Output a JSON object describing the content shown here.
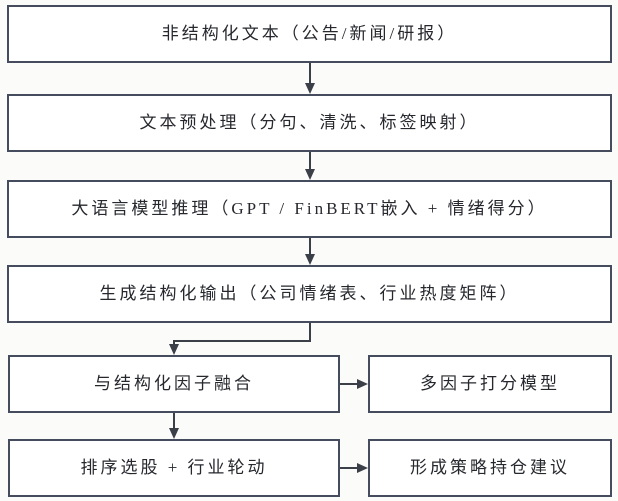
{
  "diagram": {
    "type": "flowchart",
    "colors": {
      "box_border": "#454c5e",
      "arrow": "#3b3f48",
      "text": "#26282e",
      "background": "#fbfbfa",
      "box_fill": "#ffffff"
    },
    "nodes": [
      {
        "id": "unstructured-text",
        "label": "非结构化文本（公告/新闻/研报）"
      },
      {
        "id": "text-preprocess",
        "label": "文本预处理（分句、清洗、标签映射）"
      },
      {
        "id": "llm-inference",
        "label": "大语言模型推理（GPT / FinBERT嵌入 + 情绪得分）"
      },
      {
        "id": "structured-output",
        "label": "生成结构化输出（公司情绪表、行业热度矩阵）"
      },
      {
        "id": "factor-fusion",
        "label": "与结构化因子融合"
      },
      {
        "id": "multifactor-scoring",
        "label": "多因子打分模型"
      },
      {
        "id": "ranking-rotation",
        "label": "排序选股 + 行业轮动"
      },
      {
        "id": "strategy-holding",
        "label": "形成策略持仓建议"
      }
    ],
    "edges": [
      {
        "from": "unstructured-text",
        "to": "text-preprocess"
      },
      {
        "from": "text-preprocess",
        "to": "llm-inference"
      },
      {
        "from": "llm-inference",
        "to": "structured-output"
      },
      {
        "from": "structured-output",
        "to": "factor-fusion"
      },
      {
        "from": "factor-fusion",
        "to": "multifactor-scoring"
      },
      {
        "from": "factor-fusion",
        "to": "ranking-rotation"
      },
      {
        "from": "ranking-rotation",
        "to": "strategy-holding"
      }
    ]
  }
}
